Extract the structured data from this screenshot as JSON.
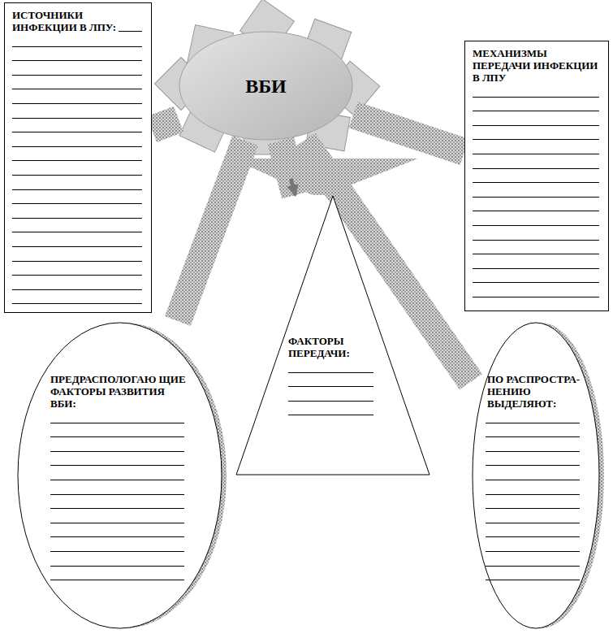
{
  "diagram": {
    "nodes": [
      {
        "text": [
          "ИСТОЧНИКИ ИНФЕКЦИИ В ЛПУ:"
        ]
      },
      {
        "text": [
          "ВБИ"
        ]
      },
      {
        "text": [
          "МЕХАНИЗМЫ ПЕРЕДАЧИ ИНФЕКЦИИ В ЛПУ"
        ]
      },
      {
        "text": [
          "ФАКТОРЫ ПЕРЕДАЧИ:"
        ]
      },
      {
        "text": [
          "ПРЕДРАСПОЛОГАЮ ЩИЕ ФАКТОРЫ РАЗВИТИЯ ВБИ:"
        ]
      },
      {
        "text": [
          "ПО РАСПРОСТРА- НЕНИЮ ВЫДЕЛЯЮТ:"
        ]
      }
    ],
    "edges": [
      {
        "from": 1,
        "to": 0,
        "arrow": "none"
      },
      {
        "from": 1,
        "to": 2,
        "arrow": "none"
      },
      {
        "from": 1,
        "to": 3,
        "arrow": "to"
      },
      {
        "from": 1,
        "to": 4,
        "arrow": "none"
      },
      {
        "from": 1,
        "to": 5,
        "arrow": "none"
      }
    ]
  }
}
